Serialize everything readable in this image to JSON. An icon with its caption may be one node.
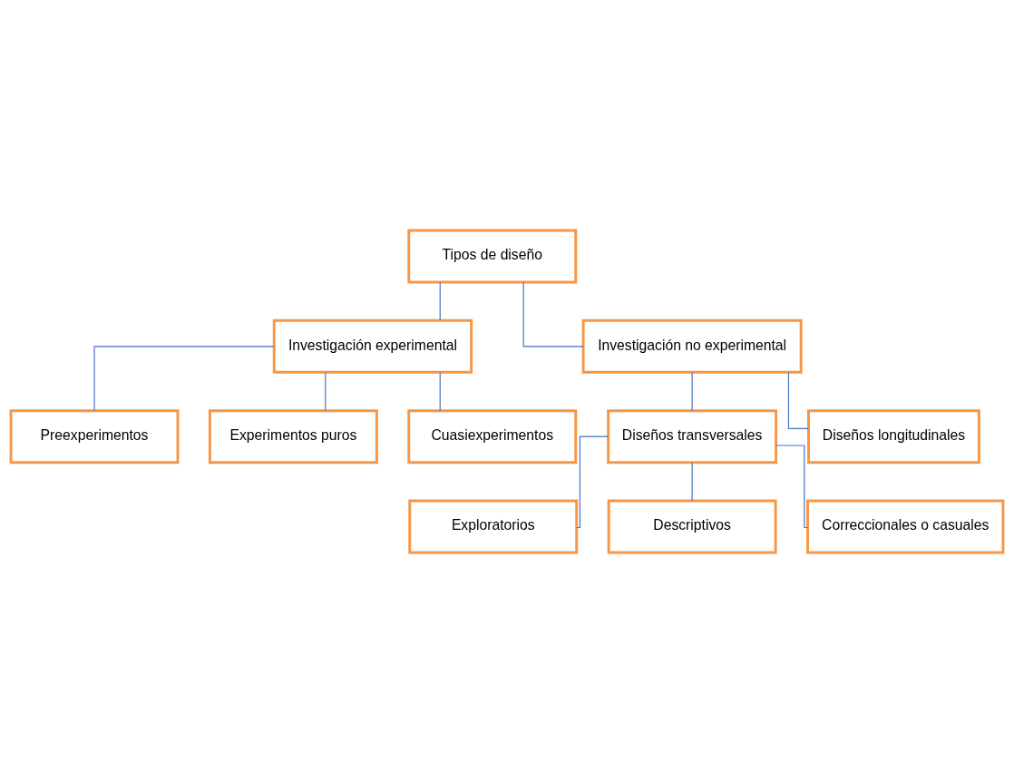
{
  "diagram": {
    "nodes": [
      {
        "text": [
          "Tipos de diseño"
        ]
      },
      {
        "text": [
          "Investigación experimental"
        ]
      },
      {
        "text": [
          "Investigación no experimental"
        ]
      },
      {
        "text": [
          "Preexperimentos"
        ]
      },
      {
        "text": [
          "Experimentos puros"
        ]
      },
      {
        "text": [
          "Cuasiexperimentos"
        ]
      },
      {
        "text": [
          "Diseños transversales"
        ]
      },
      {
        "text": [
          "Diseños longitudinales"
        ]
      },
      {
        "text": [
          "Exploratorios"
        ]
      },
      {
        "text": [
          "Descriptivos"
        ]
      },
      {
        "text": [
          "Correccionales o casuales"
        ]
      }
    ],
    "edges": [
      {
        "from": 0,
        "to": 1,
        "arrow": "none"
      },
      {
        "from": 0,
        "to": 2,
        "arrow": "none"
      },
      {
        "from": 1,
        "to": 3,
        "arrow": "none"
      },
      {
        "from": 1,
        "to": 4,
        "arrow": "none"
      },
      {
        "from": 1,
        "to": 5,
        "arrow": "none"
      },
      {
        "from": 2,
        "to": 6,
        "arrow": "none"
      },
      {
        "from": 2,
        "to": 7,
        "arrow": "none"
      },
      {
        "from": 6,
        "to": 8,
        "arrow": "none"
      },
      {
        "from": 6,
        "to": 9,
        "arrow": "none"
      },
      {
        "from": 6,
        "to": 10,
        "arrow": "none"
      }
    ]
  }
}
